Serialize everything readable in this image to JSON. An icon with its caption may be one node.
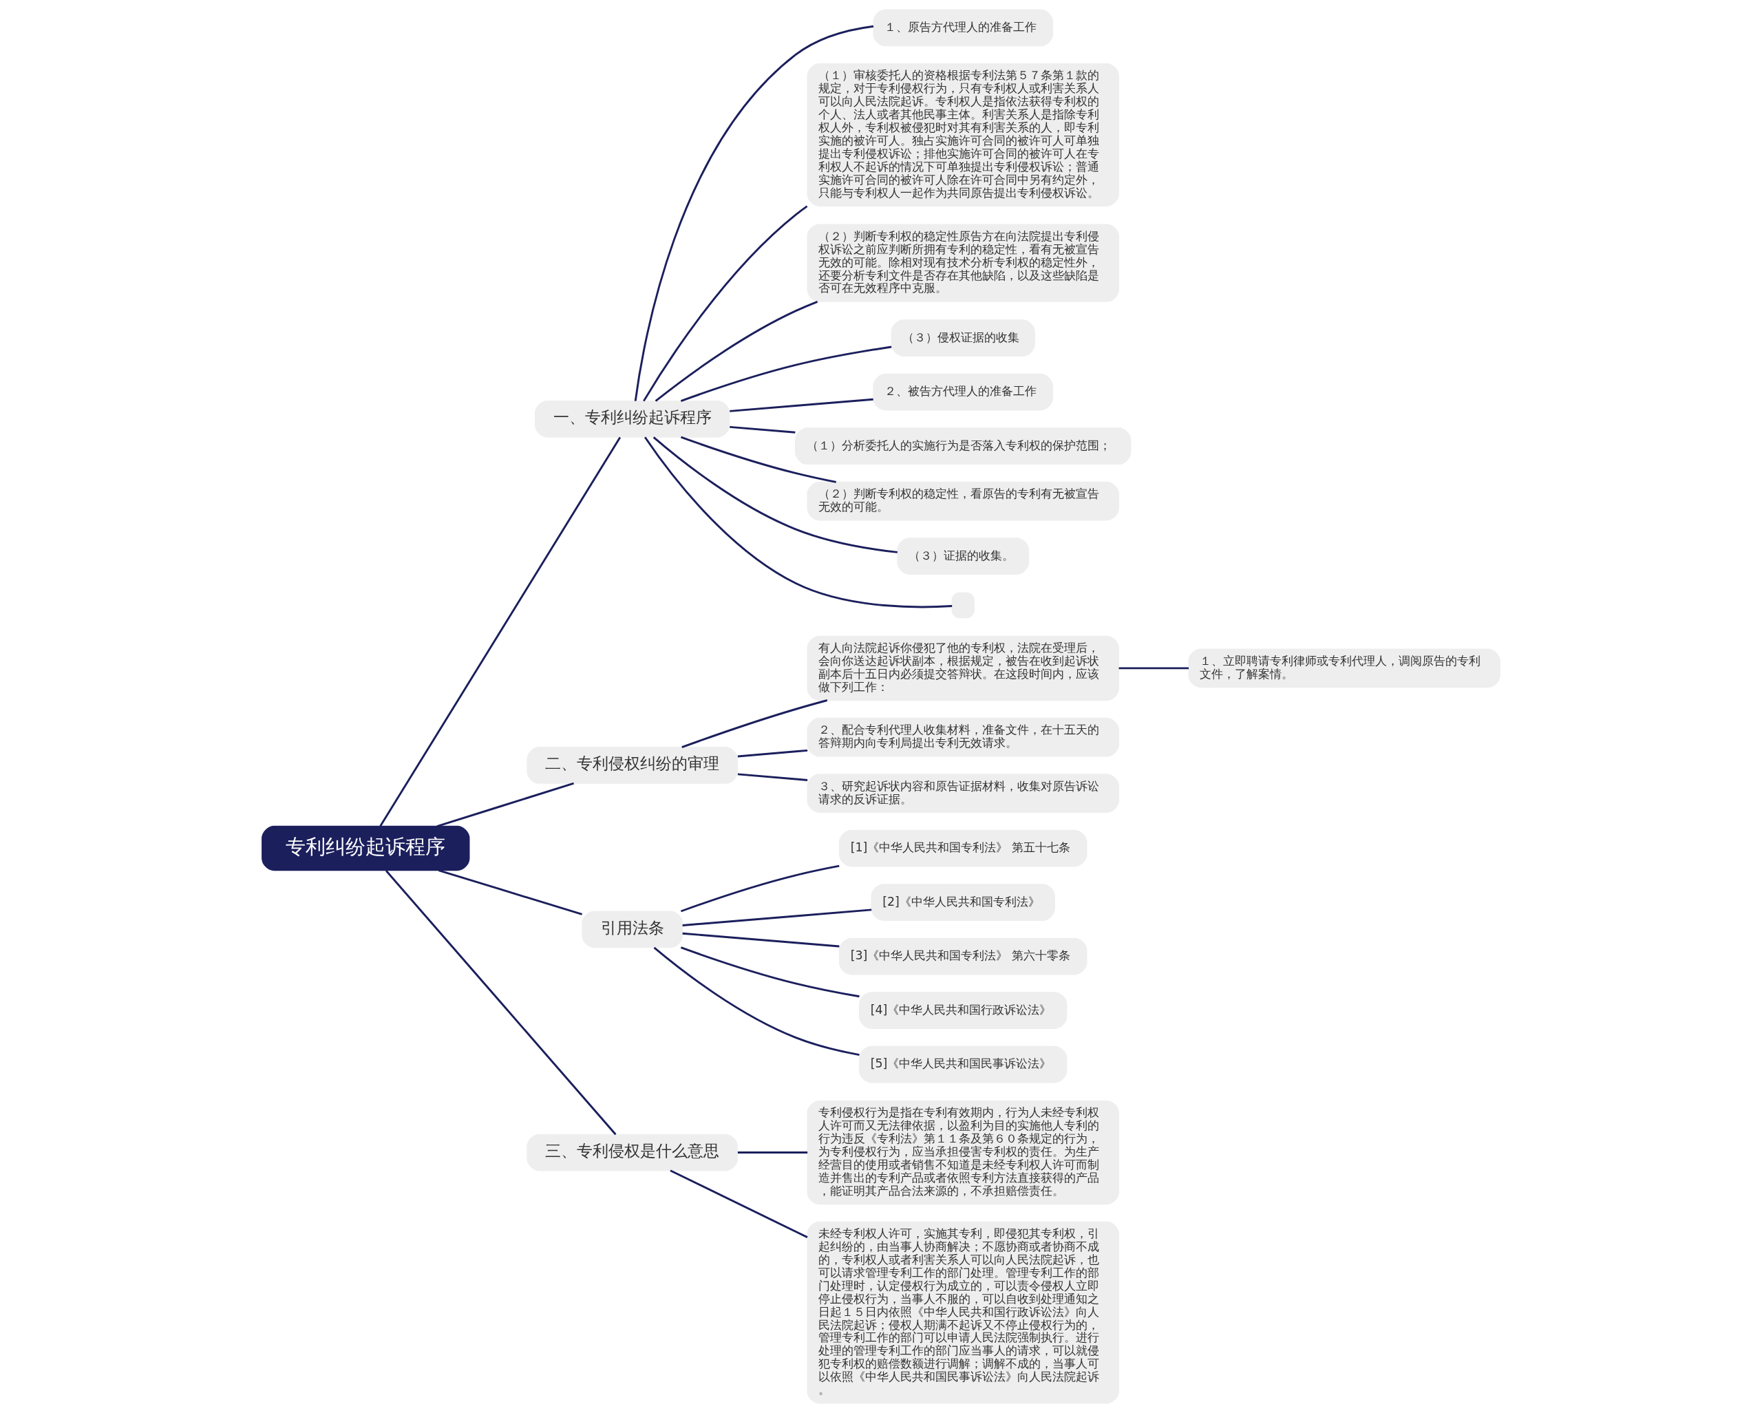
{
  "diagram": {
    "nodes": [
      {
        "text": [
          "专利纠纷起诉程序"
        ]
      },
      {
        "text": [
          "一、专利纠纷起诉程序"
        ]
      },
      {
        "text": [
          "１、原告方代理人的准备工作"
        ]
      },
      {
        "text": [
          "（１）审核委托人的资格根据专利法第５７条第１款的规定，对于专利侵权行为，只有专利权人或利害关系人可以向人民法院起诉。专利权人是指依法获得专利权的个人、法人或者其他民事主体。利害关系人是指除专利权人外，专利权被侵犯时对其有利害关系的人，即专利实施的被许可人。独占实施许可合同的被许可人可单独提出专利侵权诉讼；排他实施许可合同的被许可人在专利权人不起诉的情况下可单独提出专利侵权诉讼；普通实施许可合同的被许可人除在许可合同中另有约定外，只能与专利权人一起作为共同原告提出专利侵权诉讼。"
        ]
      },
      {
        "text": [
          "（２）判断专利权的稳定性原告方在向法院提出专利侵权诉讼之前应判断所拥有专利的稳定性，看有无被宣告无效的可能。除相对现有技术分析专利权的稳定性外，还要分析专利文件是否存在其他缺陷，以及这些缺陷是否可在无效程序中克服。"
        ]
      },
      {
        "text": [
          "（３）侵权证据的收集"
        ]
      },
      {
        "text": [
          "２、被告方代理人的准备工作"
        ]
      },
      {
        "text": [
          "（１）分析委托人的实施行为是否落入专利权的保护范围；"
        ]
      },
      {
        "text": [
          "（２）判断专利权的稳定性，看原告的专利有无被宣告无效的可能。"
        ]
      },
      {
        "text": [
          "（３）证据的收集。"
        ]
      },
      {
        "text": [],
        "shape": "box"
      },
      {
        "text": [
          "二、专利侵权纠纷的审理"
        ]
      },
      {
        "text": [
          "有人向法院起诉你侵犯了他的专利权，法院在受理后，会向你送达起诉状副本，根据规定，被告在收到起诉状副本后十五日内必须提交答辩状。在这段时间内，应该做下列工作："
        ]
      },
      {
        "text": [
          "１、立即聘请专利律师或专利代理人，调阅原告的专利文件，了解案情。"
        ]
      },
      {
        "text": [
          "２、配合专利代理人收集材料，准备文件，在十五天的答辩期内向专利局提出专利无效请求。"
        ]
      },
      {
        "text": [
          "３、研究起诉状内容和原告证据材料，收集对原告诉讼请求的反诉证据。"
        ]
      },
      {
        "text": [
          "引用法条"
        ]
      },
      {
        "text": [
          "[1]《中华人民共和国专利法》 第五十七条"
        ]
      },
      {
        "text": [
          "[2]《中华人民共和国专利法》"
        ]
      },
      {
        "text": [
          "[3]《中华人民共和国专利法》 第六十零条"
        ]
      },
      {
        "text": [
          "[4]《中华人民共和国行政诉讼法》"
        ]
      },
      {
        "text": [
          "[5]《中华人民共和国民事诉讼法》"
        ]
      },
      {
        "text": [
          "三、专利侵权是什么意思"
        ]
      },
      {
        "text": [
          "专利侵权行为是指在专利有效期内，行为人未经专利权人许可而又无法律依据，以盈利为目的实施他人专利的行为违反《专利法》第１１条及第６０条规定的行为，为专利侵权行为，应当承担侵害专利权的责任。为生产经营目的使用或者销售不知道是未经专利权人许可而制造并售出的专利产品或者依照专利方法直接获得的产品，能证明其产品合法来源的，不承担赔偿责任。"
        ]
      },
      {
        "text": [
          "未经专利权人许可，实施其专利，即侵犯其专利权，引起纠纷的，由当事人协商解决；不愿协商或者协商不成的，专利权人或者利害关系人可以向人民法院起诉，也可以请求管理专利工作的部门处理。管理专利工作的部门处理时，认定侵权行为成立的，可以责令侵权人立即停止侵权行为，当事人不服的，可以自收到处理通知之日起１５日内依照《中华人民共和国行政诉讼法》向人民法院起诉；侵权人期满不起诉又不停止侵权行为的，管理专利工作的部门可以申请人民法院强制执行。进行处理的管理专利工作的部门应当事人的请求，可以就侵犯专利权的赔偿数额进行调解；调解不成的，当事人可以依照《中华人民共和国民事诉讼法》向人民法院起诉。"
        ]
      }
    ],
    "edges": [
      {
        "from": 0,
        "to": 1,
        "arrow": "none"
      },
      {
        "from": 1,
        "to": 2,
        "arrow": "none"
      },
      {
        "from": 1,
        "to": 3,
        "arrow": "none"
      },
      {
        "from": 1,
        "to": 4,
        "arrow": "none"
      },
      {
        "from": 1,
        "to": 5,
        "arrow": "none"
      },
      {
        "from": 1,
        "to": 6,
        "arrow": "none"
      },
      {
        "from": 1,
        "to": 7,
        "arrow": "none"
      },
      {
        "from": 1,
        "to": 8,
        "arrow": "none"
      },
      {
        "from": 1,
        "to": 9,
        "arrow": "none"
      },
      {
        "from": 1,
        "to": 10,
        "arrow": "none"
      },
      {
        "from": 0,
        "to": 11,
        "arrow": "none"
      },
      {
        "from": 11,
        "to": 12,
        "arrow": "none"
      },
      {
        "from": 12,
        "to": 13,
        "arrow": "none"
      },
      {
        "from": 11,
        "to": 14,
        "arrow": "none"
      },
      {
        "from": 11,
        "to": 15,
        "arrow": "none"
      },
      {
        "from": 0,
        "to": 16,
        "arrow": "none"
      },
      {
        "from": 16,
        "to": 17,
        "arrow": "none"
      },
      {
        "from": 16,
        "to": 18,
        "arrow": "none"
      },
      {
        "from": 16,
        "to": 19,
        "arrow": "none"
      },
      {
        "from": 16,
        "to": 20,
        "arrow": "none"
      },
      {
        "from": 16,
        "to": 21,
        "arrow": "none"
      },
      {
        "from": 0,
        "to": 22,
        "arrow": "none"
      },
      {
        "from": 22,
        "to": 23,
        "arrow": "none"
      },
      {
        "from": 22,
        "to": 24,
        "arrow": "none"
      }
    ]
  }
}
